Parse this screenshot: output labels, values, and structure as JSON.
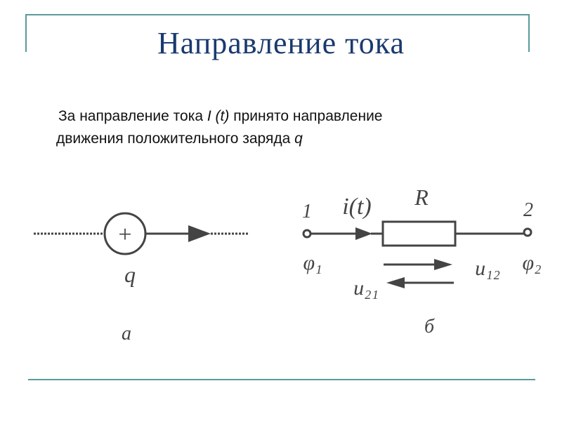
{
  "slide": {
    "title": "Направление тока",
    "text": {
      "line1_before": "За направление тока ",
      "line1_symbol": "I (t)",
      "line1_after": " принято направление",
      "line2_before": "движения положительного заряда ",
      "line2_symbol": "q"
    }
  },
  "figure_a": {
    "charge_sign": "+",
    "charge_label": "q",
    "caption": "а"
  },
  "figure_b": {
    "node1_label": "1",
    "node2_label": "2",
    "current_label": "i(t)",
    "resistor_label": "R",
    "phi1_label": "φ₁",
    "phi2_label": "φ₂",
    "u12_label": "u₁₂",
    "u21_label": "u₂₁",
    "caption": "б"
  },
  "colors": {
    "title": "#1a3a6e",
    "frame": "#5a9a9a",
    "diagram": "#444444"
  }
}
